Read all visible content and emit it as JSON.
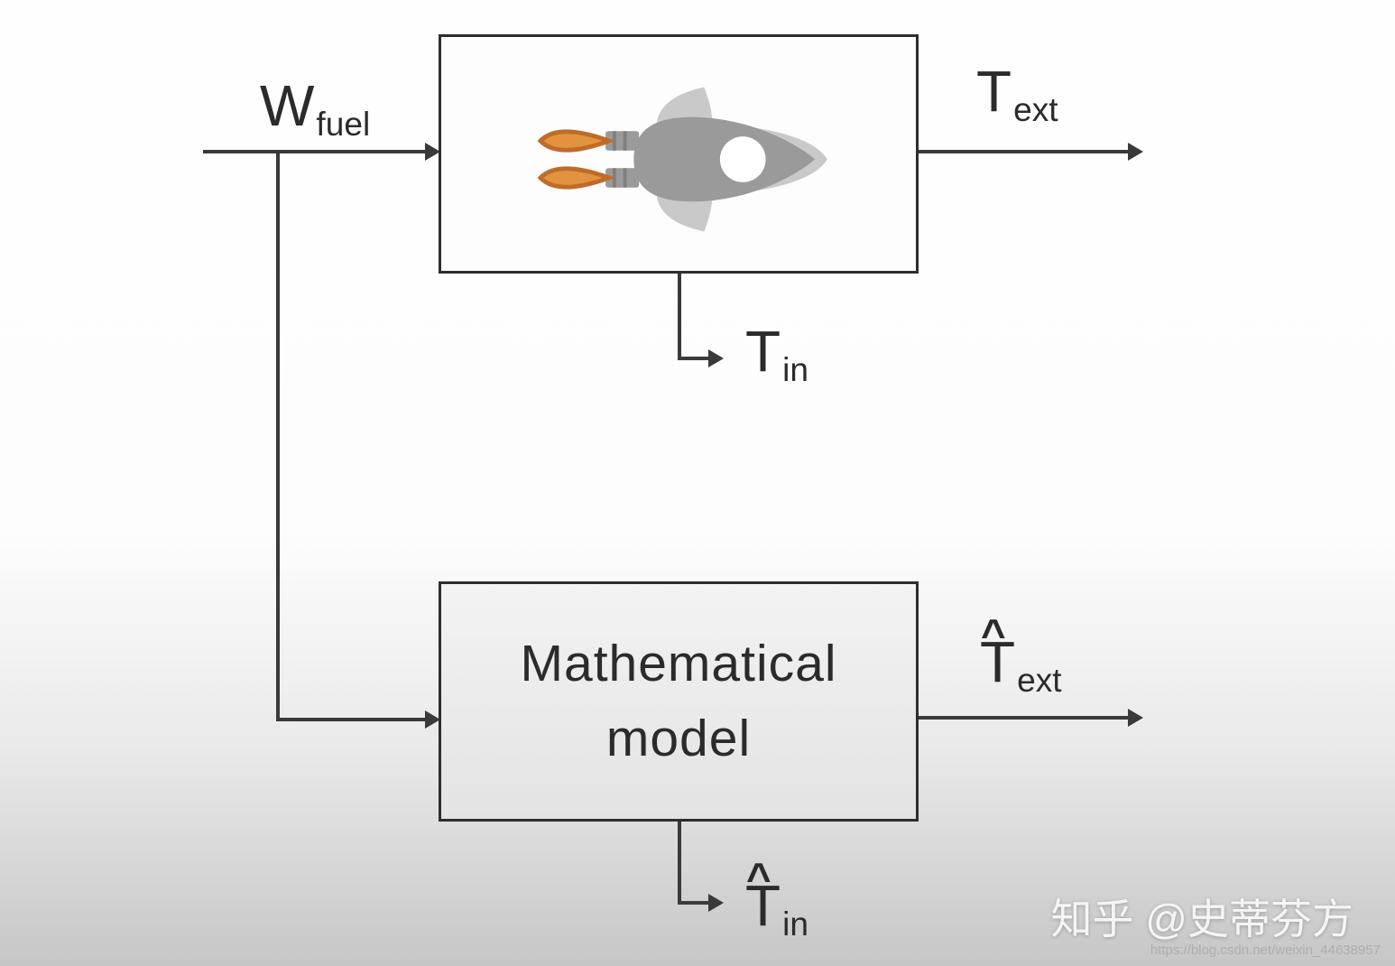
{
  "labels": {
    "w_fuel": {
      "base": "W",
      "sub": "fuel"
    },
    "t_ext": {
      "base": "T",
      "sub": "ext"
    },
    "t_in": {
      "base": "T",
      "sub": "in"
    },
    "t_ext_hat": {
      "hat": "^",
      "base": "T",
      "sub": "ext"
    },
    "t_in_hat": {
      "hat": "^",
      "base": "T",
      "sub": "in"
    }
  },
  "blocks": {
    "rocket_system": {
      "icon": "rocket-icon"
    },
    "model": {
      "line1": "Mathematical",
      "line2": "model"
    }
  },
  "watermark": {
    "text": "知乎 @史蒂芬方",
    "url": "https://blog.csdn.net/weixin_44638957"
  },
  "colors": {
    "line": "#3a3a3a",
    "block_border": "#2e2e2e",
    "rocket_body": "#9a9a9a",
    "rocket_light": "#c9c9c9",
    "window": "#ffffff",
    "flame_fill": "#e2933f",
    "flame_outline": "#bf6b2a"
  }
}
